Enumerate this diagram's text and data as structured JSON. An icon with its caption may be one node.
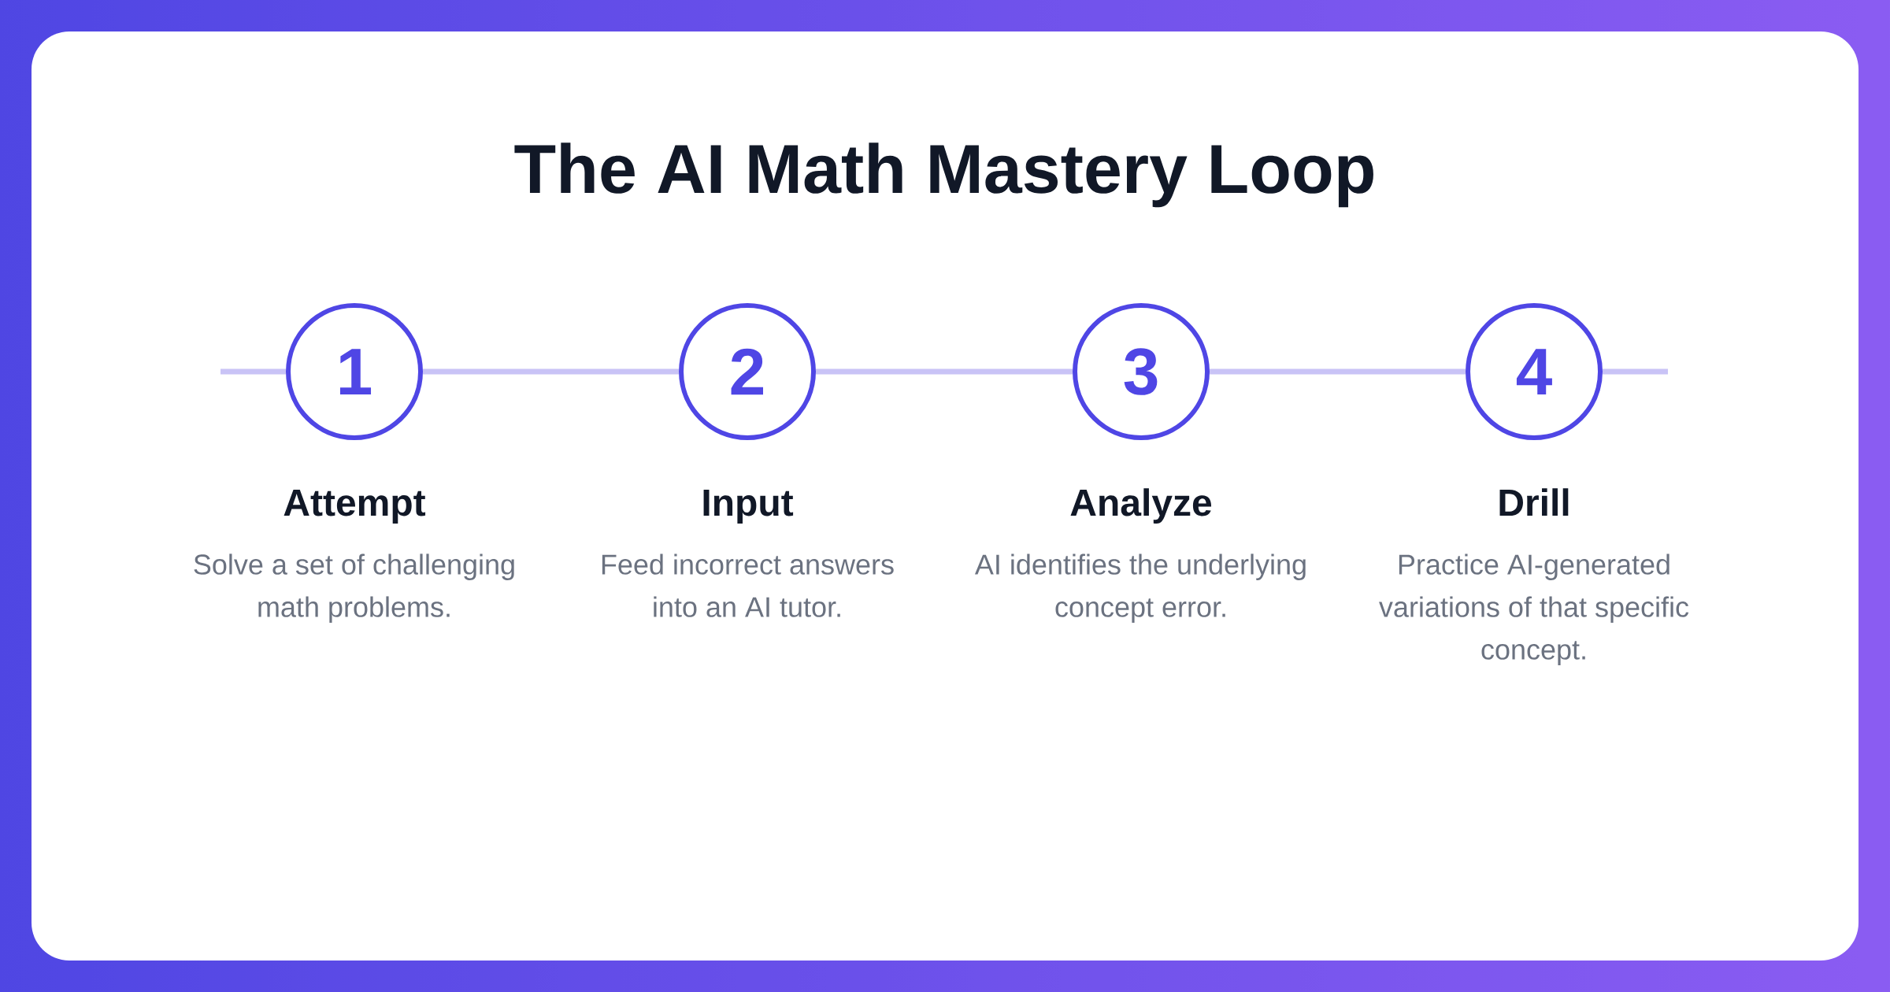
{
  "diagram": {
    "title": "The AI Math Mastery Loop",
    "nodes": [
      {
        "text": [
          "1"
        ],
        "beside": [
          "Attempt",
          "Solve a set of challenging math problems."
        ]
      },
      {
        "text": [
          "2"
        ],
        "beside": [
          "Input",
          "Feed incorrect answers into an AI tutor."
        ]
      },
      {
        "text": [
          "3"
        ],
        "beside": [
          "Analyze",
          "AI identifies the underlying concept error."
        ]
      },
      {
        "text": [
          "4"
        ],
        "beside": [
          "Drill",
          "Practice AI-generated variations of that specific concept."
        ]
      }
    ],
    "edges": [
      {
        "from": null,
        "to": 0,
        "arrow": "none"
      },
      {
        "from": 0,
        "to": 1,
        "arrow": "none"
      },
      {
        "from": 1,
        "to": 2,
        "arrow": "none"
      },
      {
        "from": 2,
        "to": 3,
        "arrow": "none"
      },
      {
        "from": 3,
        "to": null,
        "arrow": "none"
      }
    ]
  }
}
